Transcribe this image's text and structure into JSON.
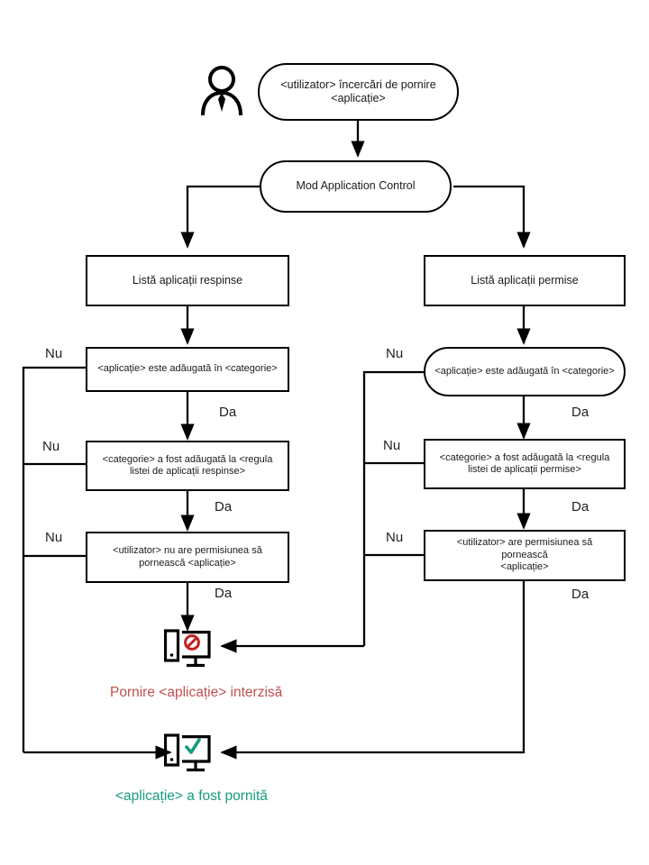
{
  "diagram": {
    "title": "Application Control decision flow",
    "language": "ro",
    "actor": {
      "icon": "person-icon",
      "label": ""
    },
    "nodes": {
      "start": {
        "id": "start",
        "shape": "stadium",
        "text": "<utilizator> încercări de pornire\n<aplicație>"
      },
      "mode": {
        "id": "mode",
        "shape": "stadium",
        "text": "Mod Application Control"
      },
      "denied_list": {
        "id": "denied-list",
        "shape": "rect",
        "text": "Listă aplicații respinse"
      },
      "allowed_list": {
        "id": "allowed-list",
        "shape": "rect",
        "text": "Listă aplicații permise"
      },
      "denied_in_category": {
        "id": "denied-app-in-category",
        "shape": "rect",
        "text": "<aplicație> este adăugată în <categorie>"
      },
      "allowed_in_category": {
        "id": "allowed-app-in-category",
        "shape": "stadium",
        "text": "<aplicație> este adăugată în <categorie>"
      },
      "denied_category_rule": {
        "id": "denied-category-rule",
        "shape": "rect",
        "text": "<categorie> a fost adăugată la <regula\nlistei de aplicații respinse>"
      },
      "allowed_category_rule": {
        "id": "allowed-category-rule",
        "shape": "rect",
        "text": "<categorie> a fost adăugată la <regula\nlistei de aplicații permise>"
      },
      "denied_permission": {
        "id": "denied-user-permission",
        "shape": "rect",
        "text": "<utilizator> nu are permisiunea să\npornească <aplicație>"
      },
      "allowed_permission": {
        "id": "allowed-user-permission",
        "shape": "rect",
        "text": "<utilizator> are permisiunea să pornească\n<aplicație>"
      }
    },
    "edge_labels": {
      "yes": "Da",
      "no": "Nu"
    },
    "branch_labels": {
      "left_no_1": "Nu",
      "left_no_2": "Nu",
      "left_no_3": "Nu",
      "left_yes_1": "Da",
      "left_yes_2": "Da",
      "left_yes_3": "Da",
      "right_no_1": "Nu",
      "right_no_2": "Nu",
      "right_no_3": "Nu",
      "right_yes_1": "Da",
      "right_yes_2": "Da",
      "right_yes_3": "Da"
    },
    "outcomes": {
      "blocked": {
        "icon": "monitor-blocked-icon",
        "label": "Pornire <aplicație> interzisă",
        "color": "#c0504d"
      },
      "started": {
        "icon": "monitor-allowed-icon",
        "label": "<aplicație> a fost pornită",
        "color": "#169b7e"
      }
    },
    "colors": {
      "stroke": "#000000",
      "background": "#ffffff",
      "text": "#1a1a1a",
      "denied": "#c0504d",
      "allowed": "#169b7e"
    }
  }
}
